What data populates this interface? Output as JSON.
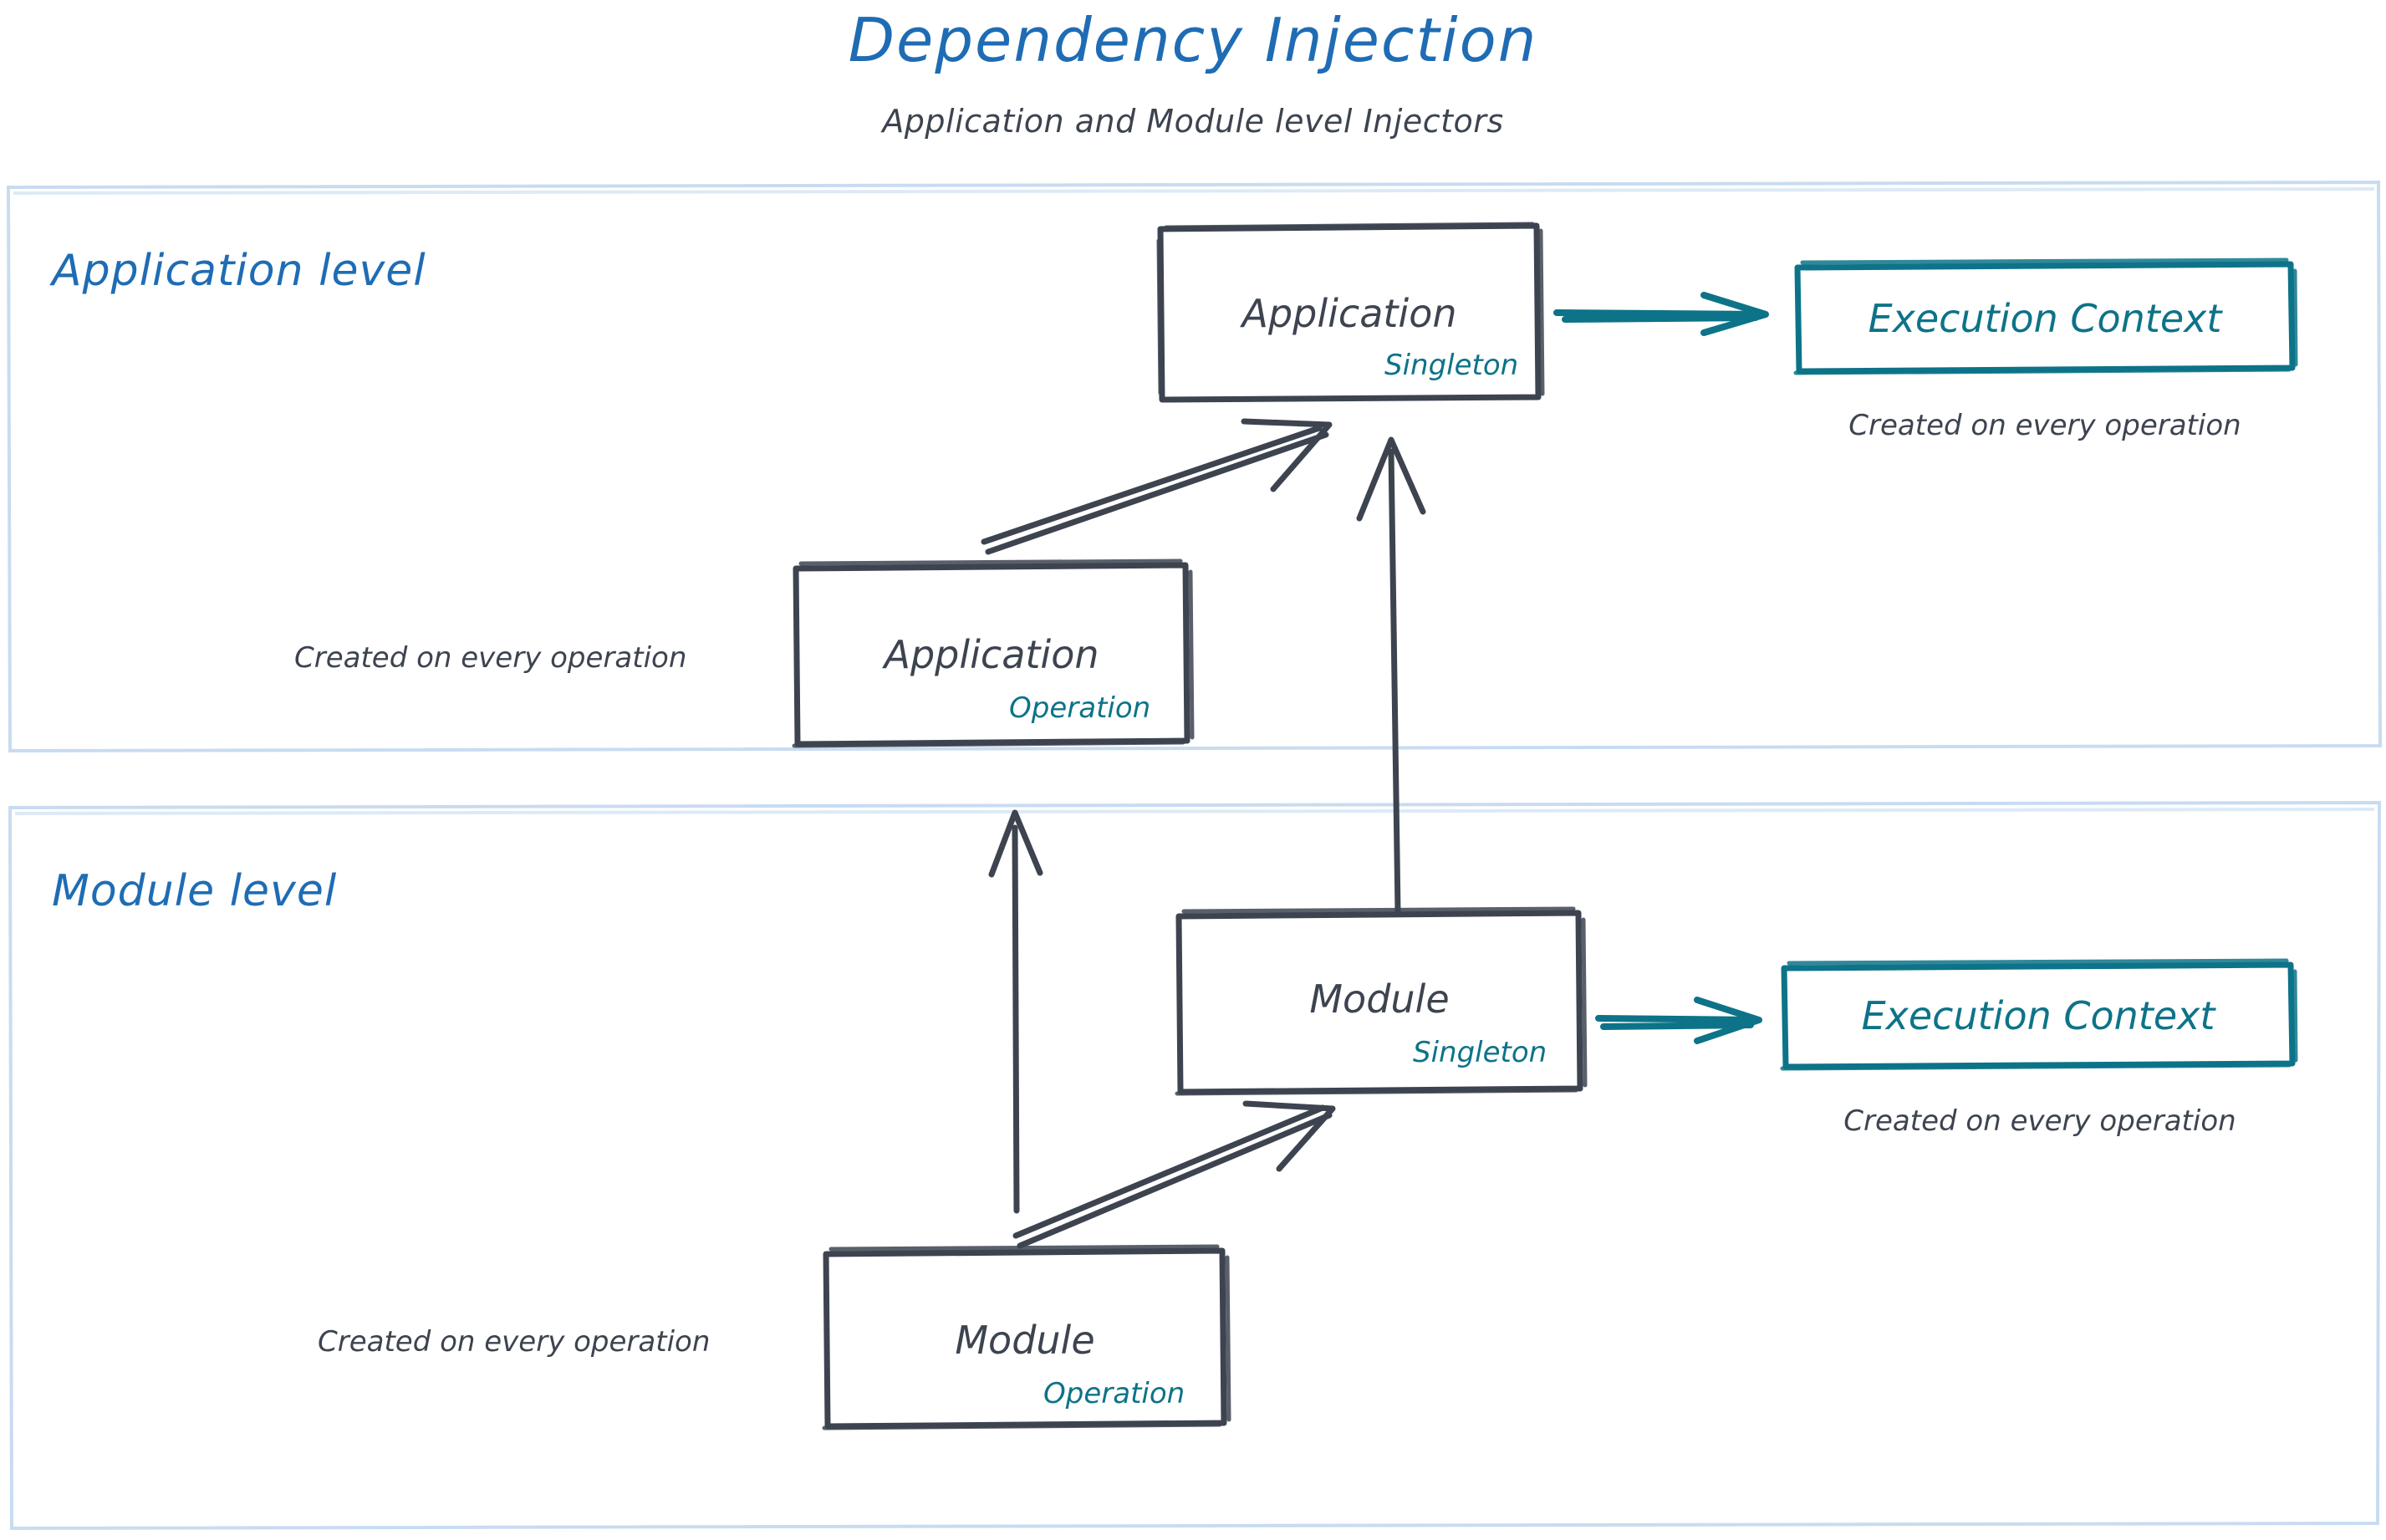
{
  "header": {
    "title": "Dependency Injection",
    "subtitle": "Application and Module level Injectors"
  },
  "colors": {
    "title_blue": "#1f6cb4",
    "lane_border": "#c8dcf0",
    "box_stroke": "#3d4450",
    "accent_teal": "#0d7388",
    "text_dark": "#3d4450"
  },
  "lanes": [
    {
      "id": "application-level",
      "label": "Application level",
      "nodes": {
        "singleton_box": {
          "title": "Application",
          "scope": "Singleton"
        },
        "operation_box": {
          "title": "Application",
          "scope": "Operation"
        },
        "execution_context": {
          "label": "Execution Context"
        }
      },
      "notes": {
        "execution_context_note": "Created on every operation",
        "operation_note": "Created on every operation"
      }
    },
    {
      "id": "module-level",
      "label": "Module level",
      "nodes": {
        "singleton_box": {
          "title": "Module",
          "scope": "Singleton"
        },
        "operation_box": {
          "title": "Module",
          "scope": "Operation"
        },
        "execution_context": {
          "label": "Execution Context"
        }
      },
      "notes": {
        "execution_context_note": "Created on every operation",
        "operation_note": "Created on every operation"
      }
    }
  ],
  "connections": [
    {
      "id": "app-singleton-to-exec-ctx",
      "from": "application-singleton",
      "to": "application-execution-context",
      "style": "teal-arrow"
    },
    {
      "id": "app-operation-to-app-singleton",
      "from": "application-operation",
      "to": "application-singleton",
      "style": "dark-arrow"
    },
    {
      "id": "module-singleton-to-app-singleton",
      "from": "module-singleton",
      "to": "application-singleton",
      "style": "dark-arrow"
    },
    {
      "id": "module-operation-to-app-operation",
      "from": "module-operation",
      "to": "application-operation",
      "style": "dark-arrow"
    },
    {
      "id": "module-operation-to-module-singleton",
      "from": "module-operation",
      "to": "module-singleton",
      "style": "dark-arrow"
    },
    {
      "id": "module-singleton-to-exec-ctx",
      "from": "module-singleton",
      "to": "module-execution-context",
      "style": "teal-arrow"
    }
  ]
}
